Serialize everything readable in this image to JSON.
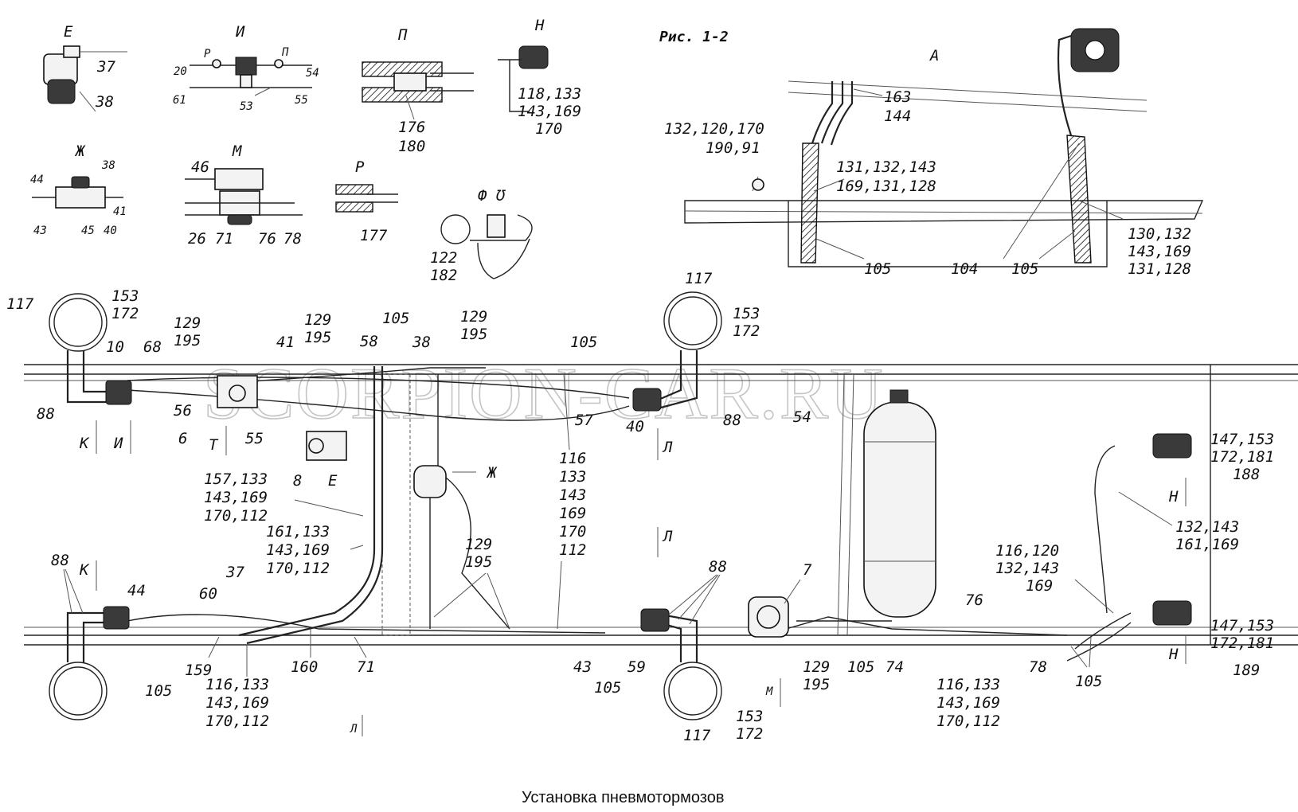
{
  "figure_id": "Рис. 1-2",
  "caption": "Установка пневмотормозов",
  "watermark": "SCORPION-CAR.RU",
  "details": {
    "E": {
      "letter": "Е",
      "labels": [
        "37",
        "38"
      ]
    },
    "I": {
      "letter": "И",
      "labels": [
        "Р",
        "П",
        "20",
        "54",
        "61",
        "53",
        "55"
      ]
    },
    "P": {
      "letter": "П",
      "labels": [
        "176",
        "180"
      ]
    },
    "N": {
      "letter": "Н",
      "labels": [
        "118,133",
        "143,169",
        "170"
      ]
    },
    "ZH": {
      "letter": "Ж",
      "labels": [
        "38",
        "44",
        "41",
        "43",
        "45",
        "40"
      ]
    },
    "M": {
      "letter": "М",
      "labels": [
        "46",
        "26",
        "71",
        "76",
        "78"
      ]
    },
    "R": {
      "letter": "Р",
      "labels": [
        "177"
      ]
    },
    "F": {
      "letter": "Ф Ʊ",
      "labels": [
        "122",
        "182"
      ]
    },
    "A": {
      "letter": "А",
      "labels": [
        "163",
        "144",
        "132,120,170",
        "190,91",
        "131,132,143",
        "169,131,128",
        "130,132",
        "143,169",
        "131,128",
        "104",
        "105",
        "105"
      ]
    }
  },
  "main_labels": {
    "top_left": [
      "117",
      "153",
      "172",
      "10",
      "68",
      "129",
      "195",
      "88",
      "56",
      "6",
      "55",
      "T",
      "К",
      "И"
    ],
    "top_center": [
      "129",
      "195",
      "105",
      "58",
      "41",
      "38",
      "129",
      "195",
      "105",
      "8",
      "Е",
      "Ж"
    ],
    "top_right": [
      "117",
      "153",
      "172",
      "57",
      "40",
      "88",
      "54",
      "Л"
    ],
    "mid_center": [
      "116",
      "133",
      "143",
      "169",
      "170",
      "112",
      "Л"
    ],
    "left_callouts": [
      "157,133",
      "143,169",
      "170,112",
      "161,133",
      "143,169",
      "170,112"
    ],
    "bottom_left": [
      "88",
      "К",
      "44",
      "60",
      "37",
      "105",
      "159",
      "116,133",
      "143,169",
      "170,112",
      "160",
      "71",
      "Л"
    ],
    "bottom_center": [
      "129",
      "195",
      "88",
      "43",
      "59",
      "105",
      "117",
      "153",
      "172",
      "М"
    ],
    "bottom_right": [
      "7",
      "129",
      "195",
      "105",
      "74",
      "76",
      "116,133",
      "143,169",
      "170,112",
      "78",
      "105",
      "116,120",
      "132,143",
      "169"
    ],
    "right_side": [
      "147,153",
      "172,181",
      "188",
      "Н",
      "132,143",
      "161,169",
      "147,153",
      "172,181",
      "189",
      "Н"
    ]
  }
}
